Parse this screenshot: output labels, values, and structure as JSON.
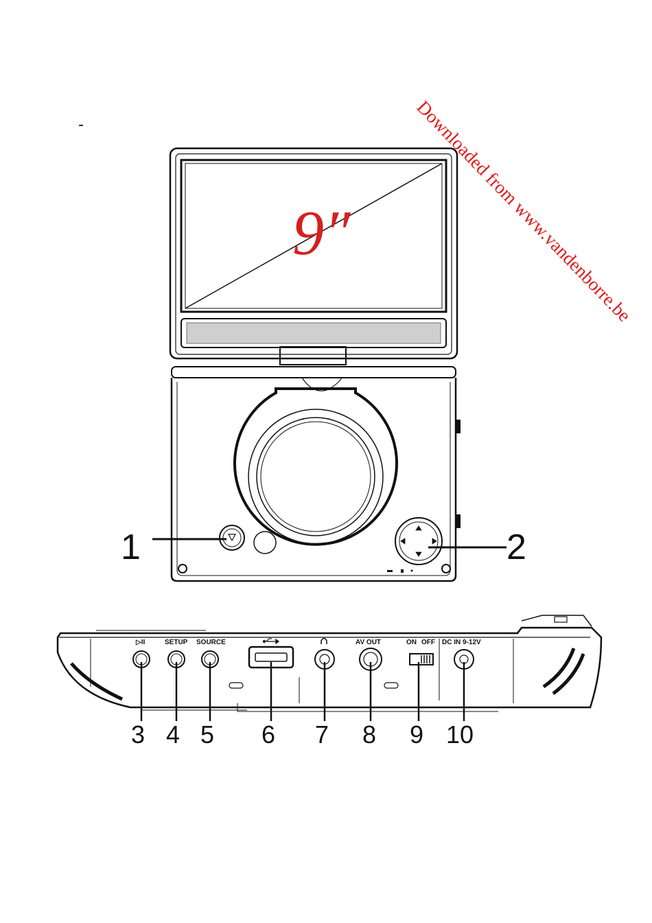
{
  "watermark": "Downloaded from www.vandenborre.be",
  "page_mark": "-",
  "front_view": {
    "screen_size_label": "9″",
    "callouts": [
      "1",
      "2"
    ]
  },
  "side_view": {
    "port_labels": {
      "play_pause": "▷II",
      "setup": "SETUP",
      "source": "SOURCE",
      "av_out": "AV  OUT",
      "on": "ON",
      "off": "OFF",
      "dc_in": "DC  IN  9-12V"
    },
    "callouts": [
      "3",
      "4",
      "5",
      "6",
      "7",
      "8",
      "9",
      "10"
    ]
  },
  "colors": {
    "watermark": "#e01a1a",
    "screen_label": "#d42020",
    "lines": "#111111"
  }
}
